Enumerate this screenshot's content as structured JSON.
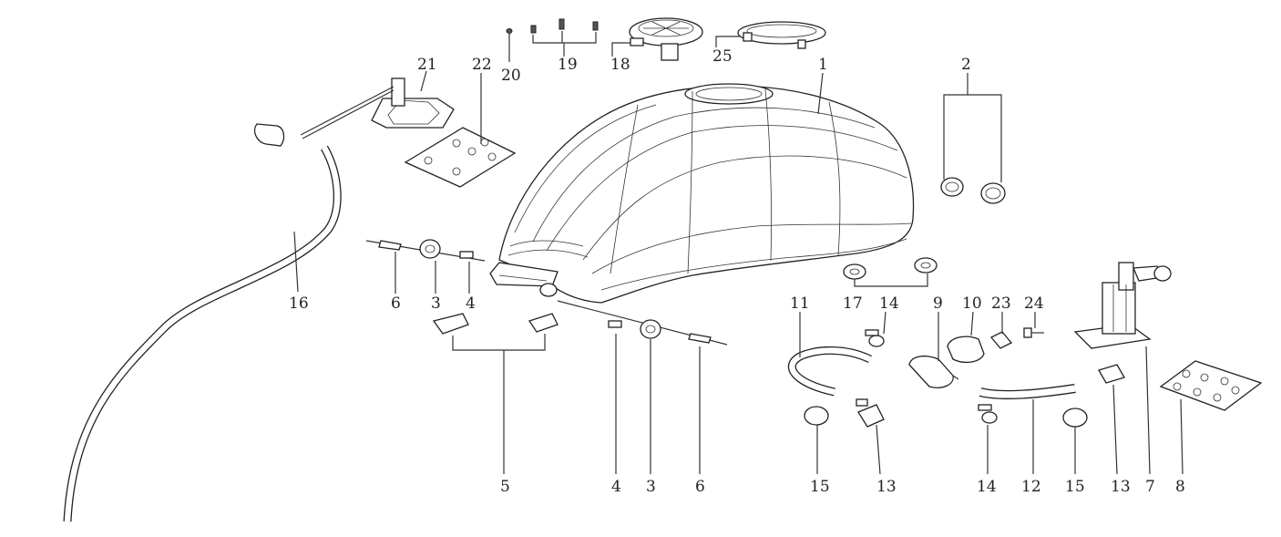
{
  "callouts": [
    {
      "id": "c1",
      "text": "1"
    },
    {
      "id": "c2",
      "text": "2"
    },
    {
      "id": "c3a",
      "text": "3"
    },
    {
      "id": "c3b",
      "text": "3"
    },
    {
      "id": "c4a",
      "text": "4"
    },
    {
      "id": "c4b",
      "text": "4"
    },
    {
      "id": "c5",
      "text": "5"
    },
    {
      "id": "c6a",
      "text": "6"
    },
    {
      "id": "c6b",
      "text": "6"
    },
    {
      "id": "c7",
      "text": "7"
    },
    {
      "id": "c8",
      "text": "8"
    },
    {
      "id": "c9",
      "text": "9"
    },
    {
      "id": "c10",
      "text": "10"
    },
    {
      "id": "c11",
      "text": "11"
    },
    {
      "id": "c12",
      "text": "12"
    },
    {
      "id": "c13a",
      "text": "13"
    },
    {
      "id": "c13b",
      "text": "13"
    },
    {
      "id": "c14a",
      "text": "14"
    },
    {
      "id": "c14b",
      "text": "14"
    },
    {
      "id": "c15a",
      "text": "15"
    },
    {
      "id": "c15b",
      "text": "15"
    },
    {
      "id": "c16",
      "text": "16"
    },
    {
      "id": "c17",
      "text": "17"
    },
    {
      "id": "c18",
      "text": "18"
    },
    {
      "id": "c19",
      "text": "19"
    },
    {
      "id": "c20",
      "text": "20"
    },
    {
      "id": "c21",
      "text": "21"
    },
    {
      "id": "c22",
      "text": "22"
    },
    {
      "id": "c23",
      "text": "23"
    },
    {
      "id": "c24",
      "text": "24"
    },
    {
      "id": "c25",
      "text": "25"
    }
  ]
}
